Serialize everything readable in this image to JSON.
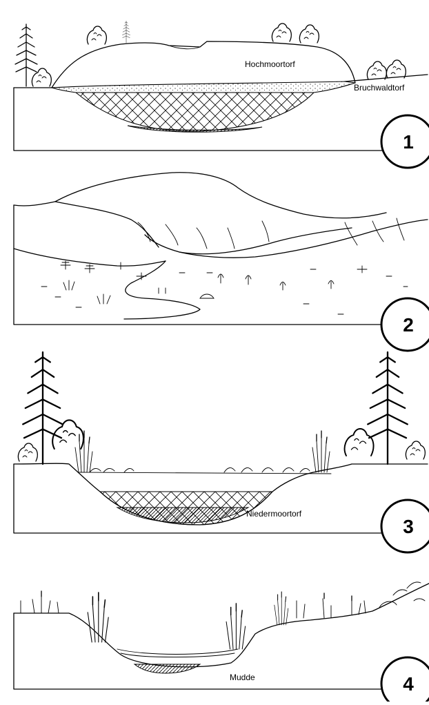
{
  "panels": [
    {
      "number": "1",
      "labels": [
        "Hochmoortorf",
        "Bruchwaldtorf"
      ]
    },
    {
      "number": "2",
      "labels": []
    },
    {
      "number": "3",
      "labels": [
        "Niedermoortorf"
      ]
    },
    {
      "number": "4",
      "labels": [
        "Mudde"
      ]
    }
  ]
}
